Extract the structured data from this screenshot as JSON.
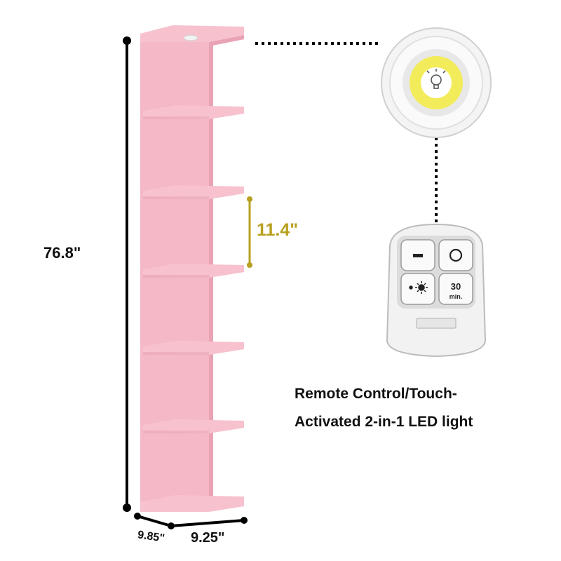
{
  "dimensions": {
    "height": "76.8\"",
    "shelf_gap": "11.4\"",
    "depth": "9.85\"",
    "width": "9.25\""
  },
  "caption": {
    "line1": "Remote Control/Touch-",
    "line2": "Activated 2-in-1 LED light"
  },
  "remote": {
    "timer_label": "30",
    "timer_unit": "min.",
    "buttons": [
      "minus-icon",
      "power-circle-icon",
      "brightness-icon",
      "timer-30-button"
    ]
  },
  "colors": {
    "shelf": "#f5b8c6",
    "shelf_shadow": "#e9a3b4",
    "accent_gold": "#b8a020",
    "light_yellow": "#f2ec5a",
    "remote_body": "#f2f2f2"
  },
  "icons": [
    "lightbulb-icon",
    "minus-icon",
    "power-circle-icon",
    "brightness-icon"
  ]
}
